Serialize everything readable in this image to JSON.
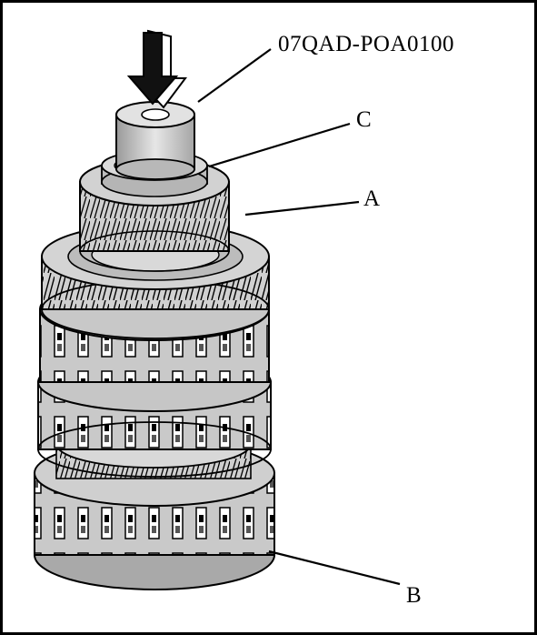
{
  "figure": {
    "labels": {
      "tool": "07QAD-POA0100",
      "c": "C",
      "a": "A",
      "b": "B"
    }
  },
  "colors": {
    "frame": "#000000",
    "metal_light": "#d9d9d9",
    "metal_mid": "#b3b3b3",
    "metal_dark": "#7f7f7f",
    "background": "#ffffff"
  },
  "icons": {
    "press_direction": "down-arrow-icon"
  }
}
